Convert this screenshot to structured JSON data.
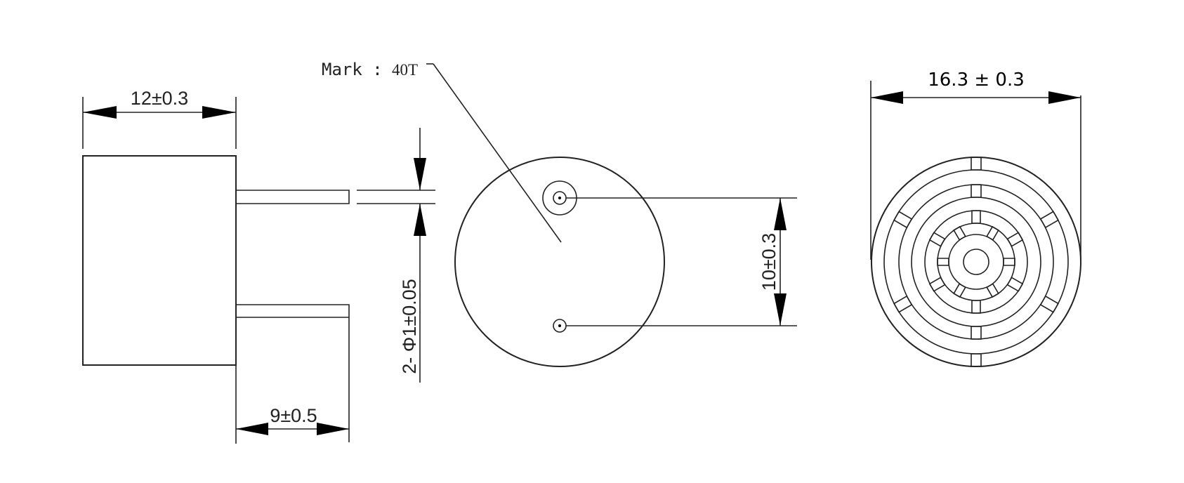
{
  "dimensions": {
    "side_width": "12±0.3",
    "lead_length": "9±0.5",
    "pin_diameter": "2- Φ1±0.05",
    "pin_pitch": "10±0.3",
    "body_diameter": "16.3 ± 0.3"
  },
  "mark": {
    "label": "Mark :",
    "value": "40T"
  }
}
